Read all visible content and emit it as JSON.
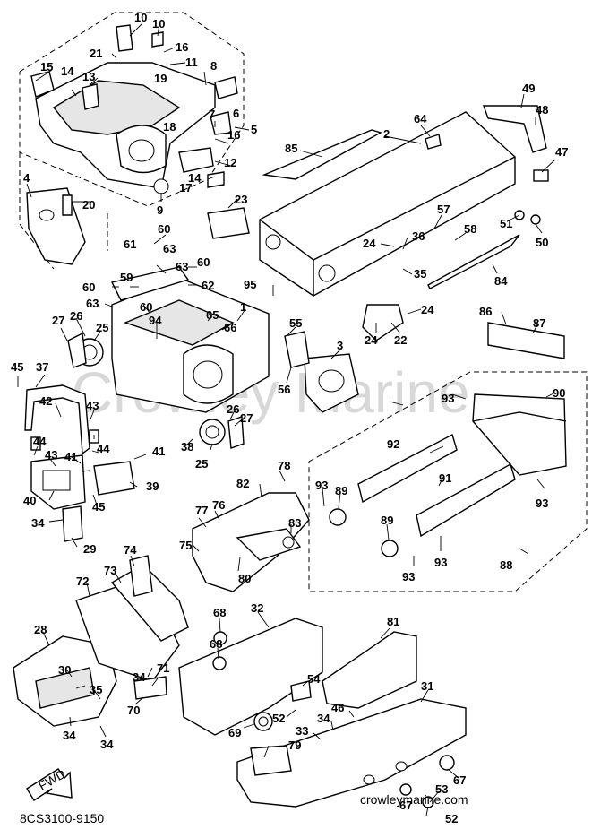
{
  "diagram_id": "8CS3100-9150",
  "site": "crowleymarine.com",
  "watermark": "Crowley Marine",
  "fwd_label": "FWD",
  "callouts": {
    "c1": "1",
    "c2": "2",
    "c3": "3",
    "c4": "4",
    "c5": "5",
    "c6": "6",
    "c7": "7",
    "c8": "8",
    "c9": "9",
    "c10a": "10",
    "c10b": "10",
    "c11": "11",
    "c12": "12",
    "c13": "13",
    "c14a": "14",
    "c14b": "14",
    "c15": "15",
    "c16a": "16",
    "c16b": "16",
    "c17": "17",
    "c18": "18",
    "c19": "19",
    "c20": "20",
    "c21": "21",
    "c22": "22",
    "c23": "23",
    "c24a": "24",
    "c24b": "24",
    "c24c": "24",
    "c25a": "25",
    "c25b": "25",
    "c26a": "26",
    "c26b": "26",
    "c27a": "27",
    "c27b": "27",
    "c28": "28",
    "c29": "29",
    "c30": "30",
    "c31": "31",
    "c32": "32",
    "c33": "33",
    "c34a": "34",
    "c34b": "34",
    "c34c": "34",
    "c34d": "34",
    "c35a": "35",
    "c35b": "35",
    "c36": "36",
    "c37": "37",
    "c38": "38",
    "c39": "39",
    "c40": "40",
    "c41a": "41",
    "c41b": "41",
    "c42": "42",
    "c43a": "43",
    "c43b": "43",
    "c44a": "44",
    "c44b": "44",
    "c45a": "45",
    "c45b": "45",
    "c46": "46",
    "c47": "47",
    "c48": "48",
    "c49": "49",
    "c50": "50",
    "c51": "51",
    "c52a": "52",
    "c52b": "52",
    "c53": "53",
    "c54": "54",
    "c55": "55",
    "c56": "56",
    "c57": "57",
    "c58": "58",
    "c59": "59",
    "c60a": "60",
    "c60b": "60",
    "c60c": "60",
    "c61": "61",
    "c62": "62",
    "c63a": "63",
    "c63b": "63",
    "c63c": "63",
    "c64": "64",
    "c65": "65",
    "c66": "66",
    "c67a": "67",
    "c67b": "67",
    "c68a": "68",
    "c68b": "68",
    "c69": "69",
    "c70": "70",
    "c71": "71",
    "c72": "72",
    "c73": "73",
    "c74": "74",
    "c75": "75",
    "c76": "76",
    "c77": "77",
    "c78": "78",
    "c79": "79",
    "c80": "80",
    "c81": "81",
    "c82": "82",
    "c83": "83",
    "c84": "84",
    "c85": "85",
    "c86": "86",
    "c87": "87",
    "c88": "88",
    "c89a": "89",
    "c89b": "89",
    "c90": "90",
    "c91": "91",
    "c92": "92",
    "c93a": "93",
    "c93b": "93",
    "c93c": "93",
    "c93d": "93",
    "c93e": "93",
    "c94": "94",
    "c95": "95"
  }
}
